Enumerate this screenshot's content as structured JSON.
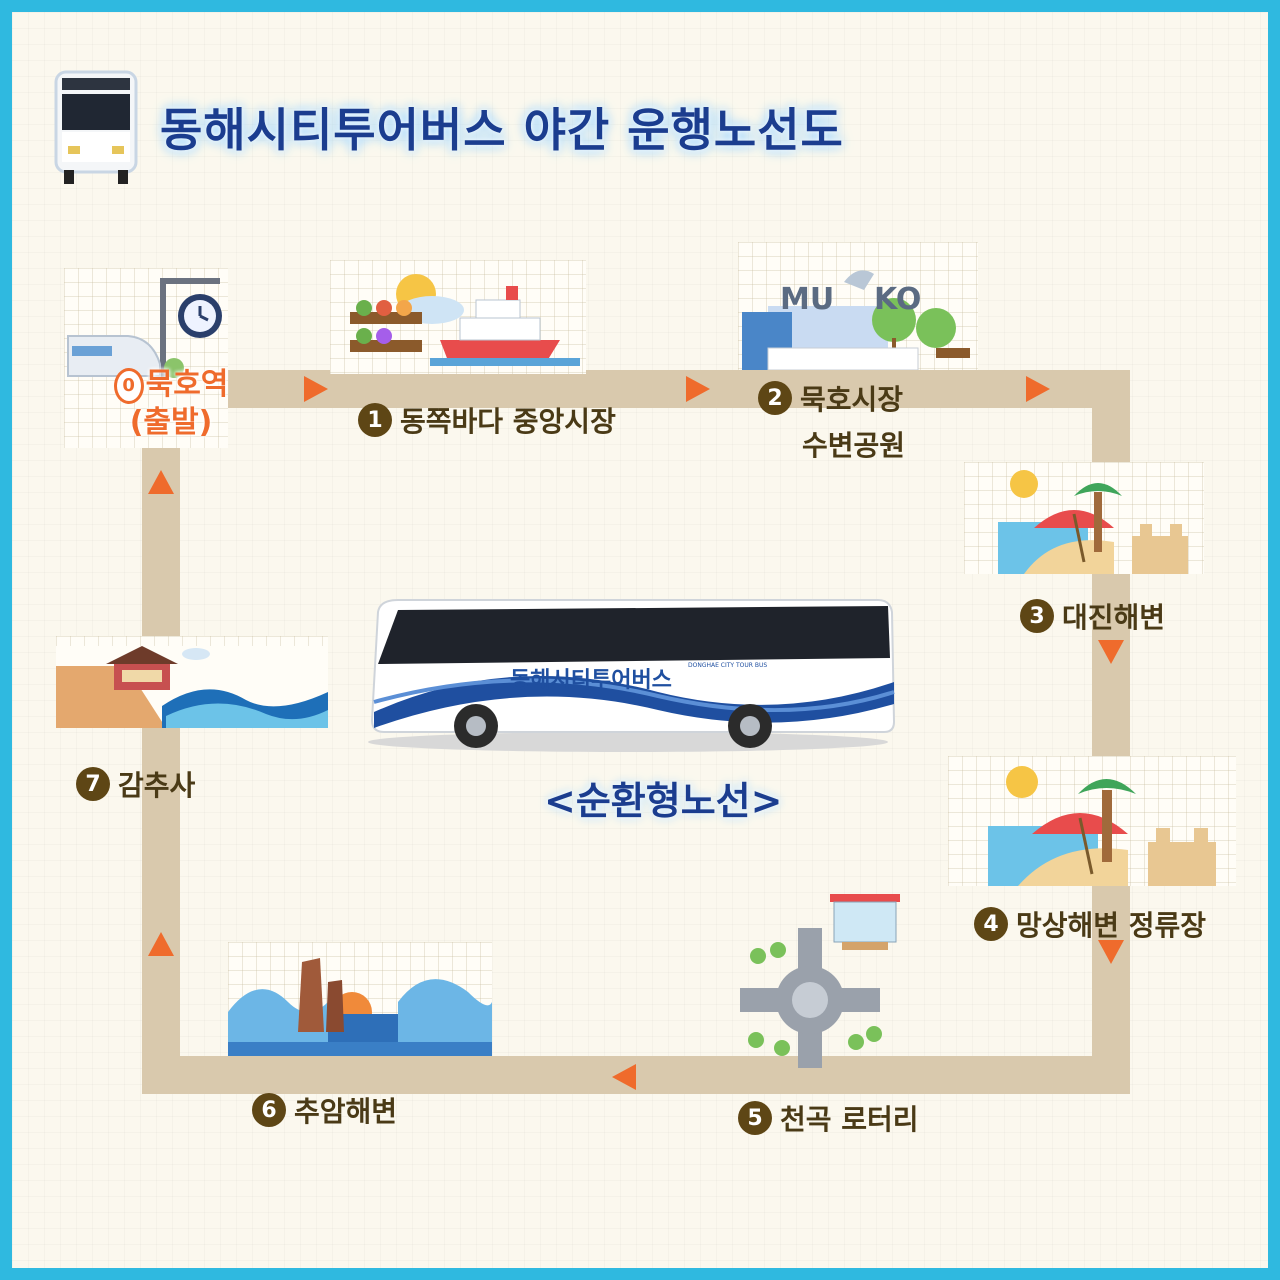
{
  "title": "동해시티투어버스  야간 운행노선도",
  "loop_caption": "<순환형노선>",
  "bus_side_text": "동해시티투어버스",
  "bus_side_subtext": "DONGHAE CITY TOUR BUS",
  "start": {
    "label": "묵호역",
    "sub": "(출발)",
    "number": "0"
  },
  "stops": [
    {
      "number": "1",
      "label": "동쪽바다 중앙시장"
    },
    {
      "number": "2",
      "label": "묵호시장",
      "label2": "수변공원"
    },
    {
      "number": "3",
      "label": "대진해변"
    },
    {
      "number": "4",
      "label": "망상해변 정류장"
    },
    {
      "number": "5",
      "label": "천곡 로터리"
    },
    {
      "number": "6",
      "label": "추암해변"
    },
    {
      "number": "7",
      "label": "감추사"
    }
  ],
  "park_sign": {
    "left": "MU",
    "right": "KO"
  },
  "colors": {
    "frame": "#2fb9e0",
    "road": "#d9c9ad",
    "arrow": "#ef6b2c",
    "title": "#1b3d8f",
    "number_badge": "#5e4615"
  },
  "icons": [
    "mini-bus-icon",
    "train-station-icon",
    "market-ship-icon",
    "park-sign-icon",
    "beach-umbrella-icon",
    "roundabout-icon",
    "sea-rock-icon",
    "temple-icon",
    "arrow-right-icon",
    "arrow-down-icon",
    "arrow-left-icon",
    "arrow-up-icon"
  ]
}
